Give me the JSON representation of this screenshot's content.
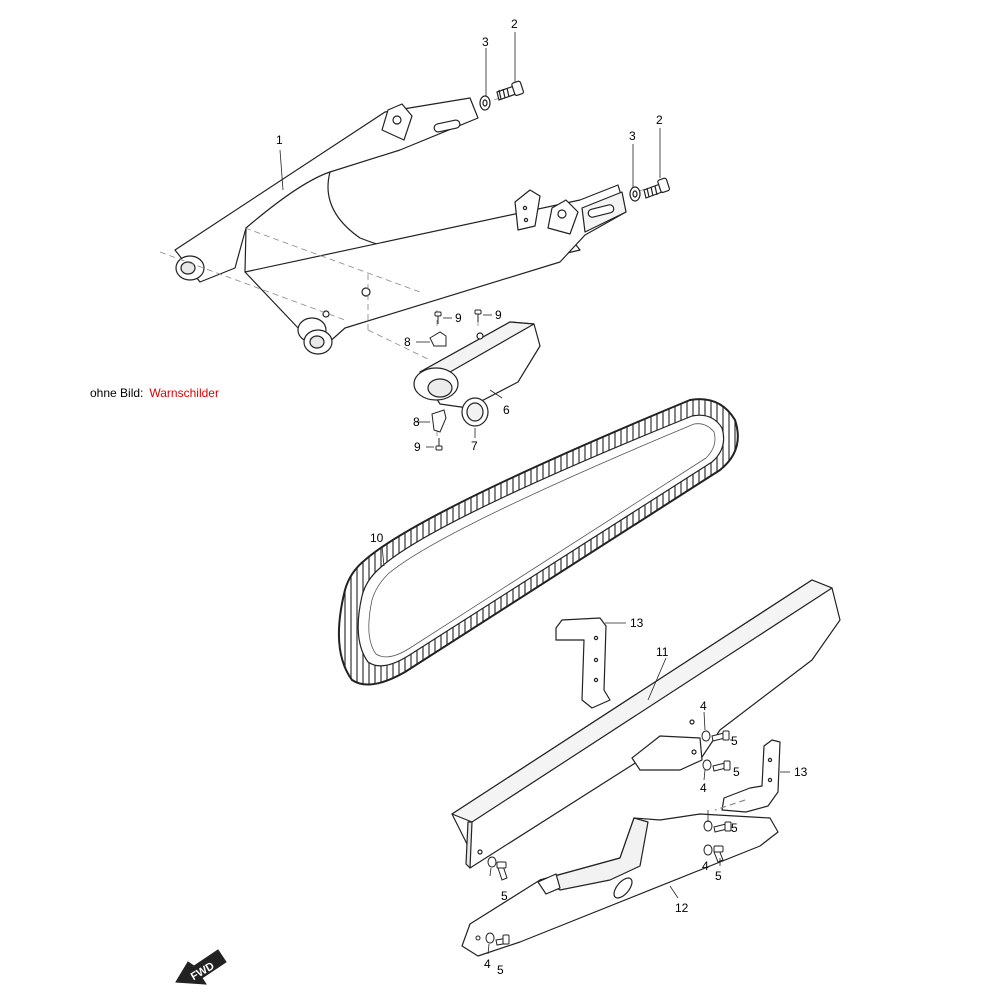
{
  "note": {
    "label": "ohne Bild:",
    "value": "Warnschilder",
    "value_color": "#e00000"
  },
  "fwd_label": "FWD",
  "callouts": [
    "1",
    "2",
    "3",
    "2",
    "3",
    "9",
    "9",
    "8",
    "6",
    "8",
    "7",
    "9",
    "10",
    "13",
    "11",
    "4",
    "5",
    "4",
    "5",
    "13",
    "5",
    "5",
    "4",
    "5",
    "12",
    "4",
    "5"
  ]
}
